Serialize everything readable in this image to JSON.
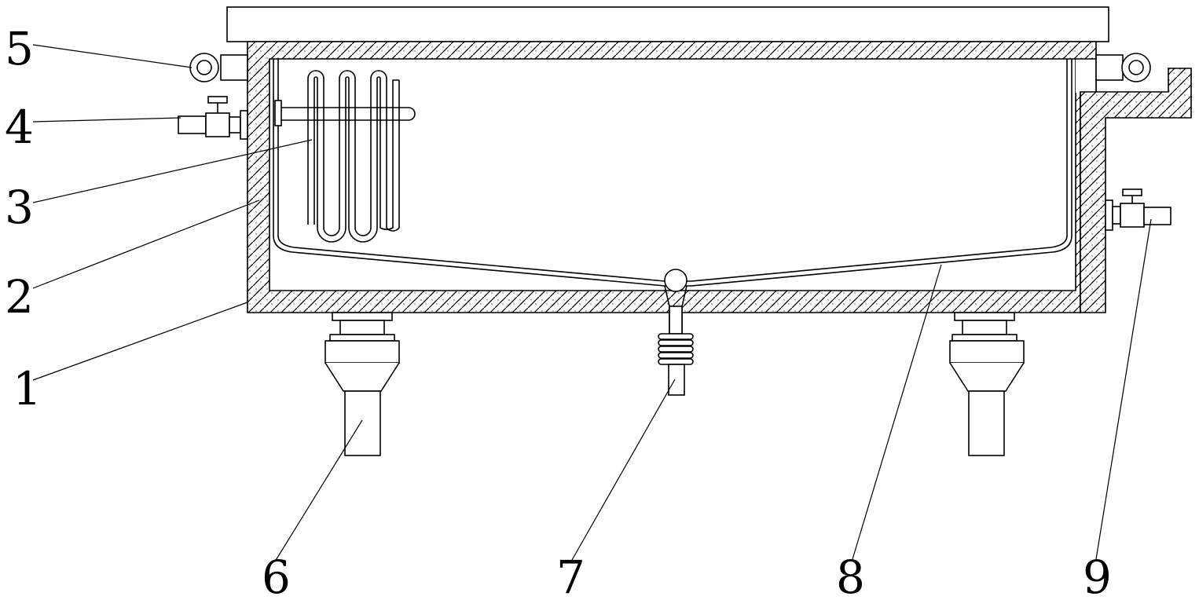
{
  "callouts": [
    {
      "id": "1",
      "label": "1"
    },
    {
      "id": "2",
      "label": "2"
    },
    {
      "id": "3",
      "label": "3"
    },
    {
      "id": "4",
      "label": "4"
    },
    {
      "id": "5",
      "label": "5"
    },
    {
      "id": "6",
      "label": "6"
    },
    {
      "id": "7",
      "label": "7"
    },
    {
      "id": "8",
      "label": "8"
    },
    {
      "id": "9",
      "label": "9"
    }
  ],
  "colors": {
    "line": "#000000",
    "background": "#ffffff"
  }
}
